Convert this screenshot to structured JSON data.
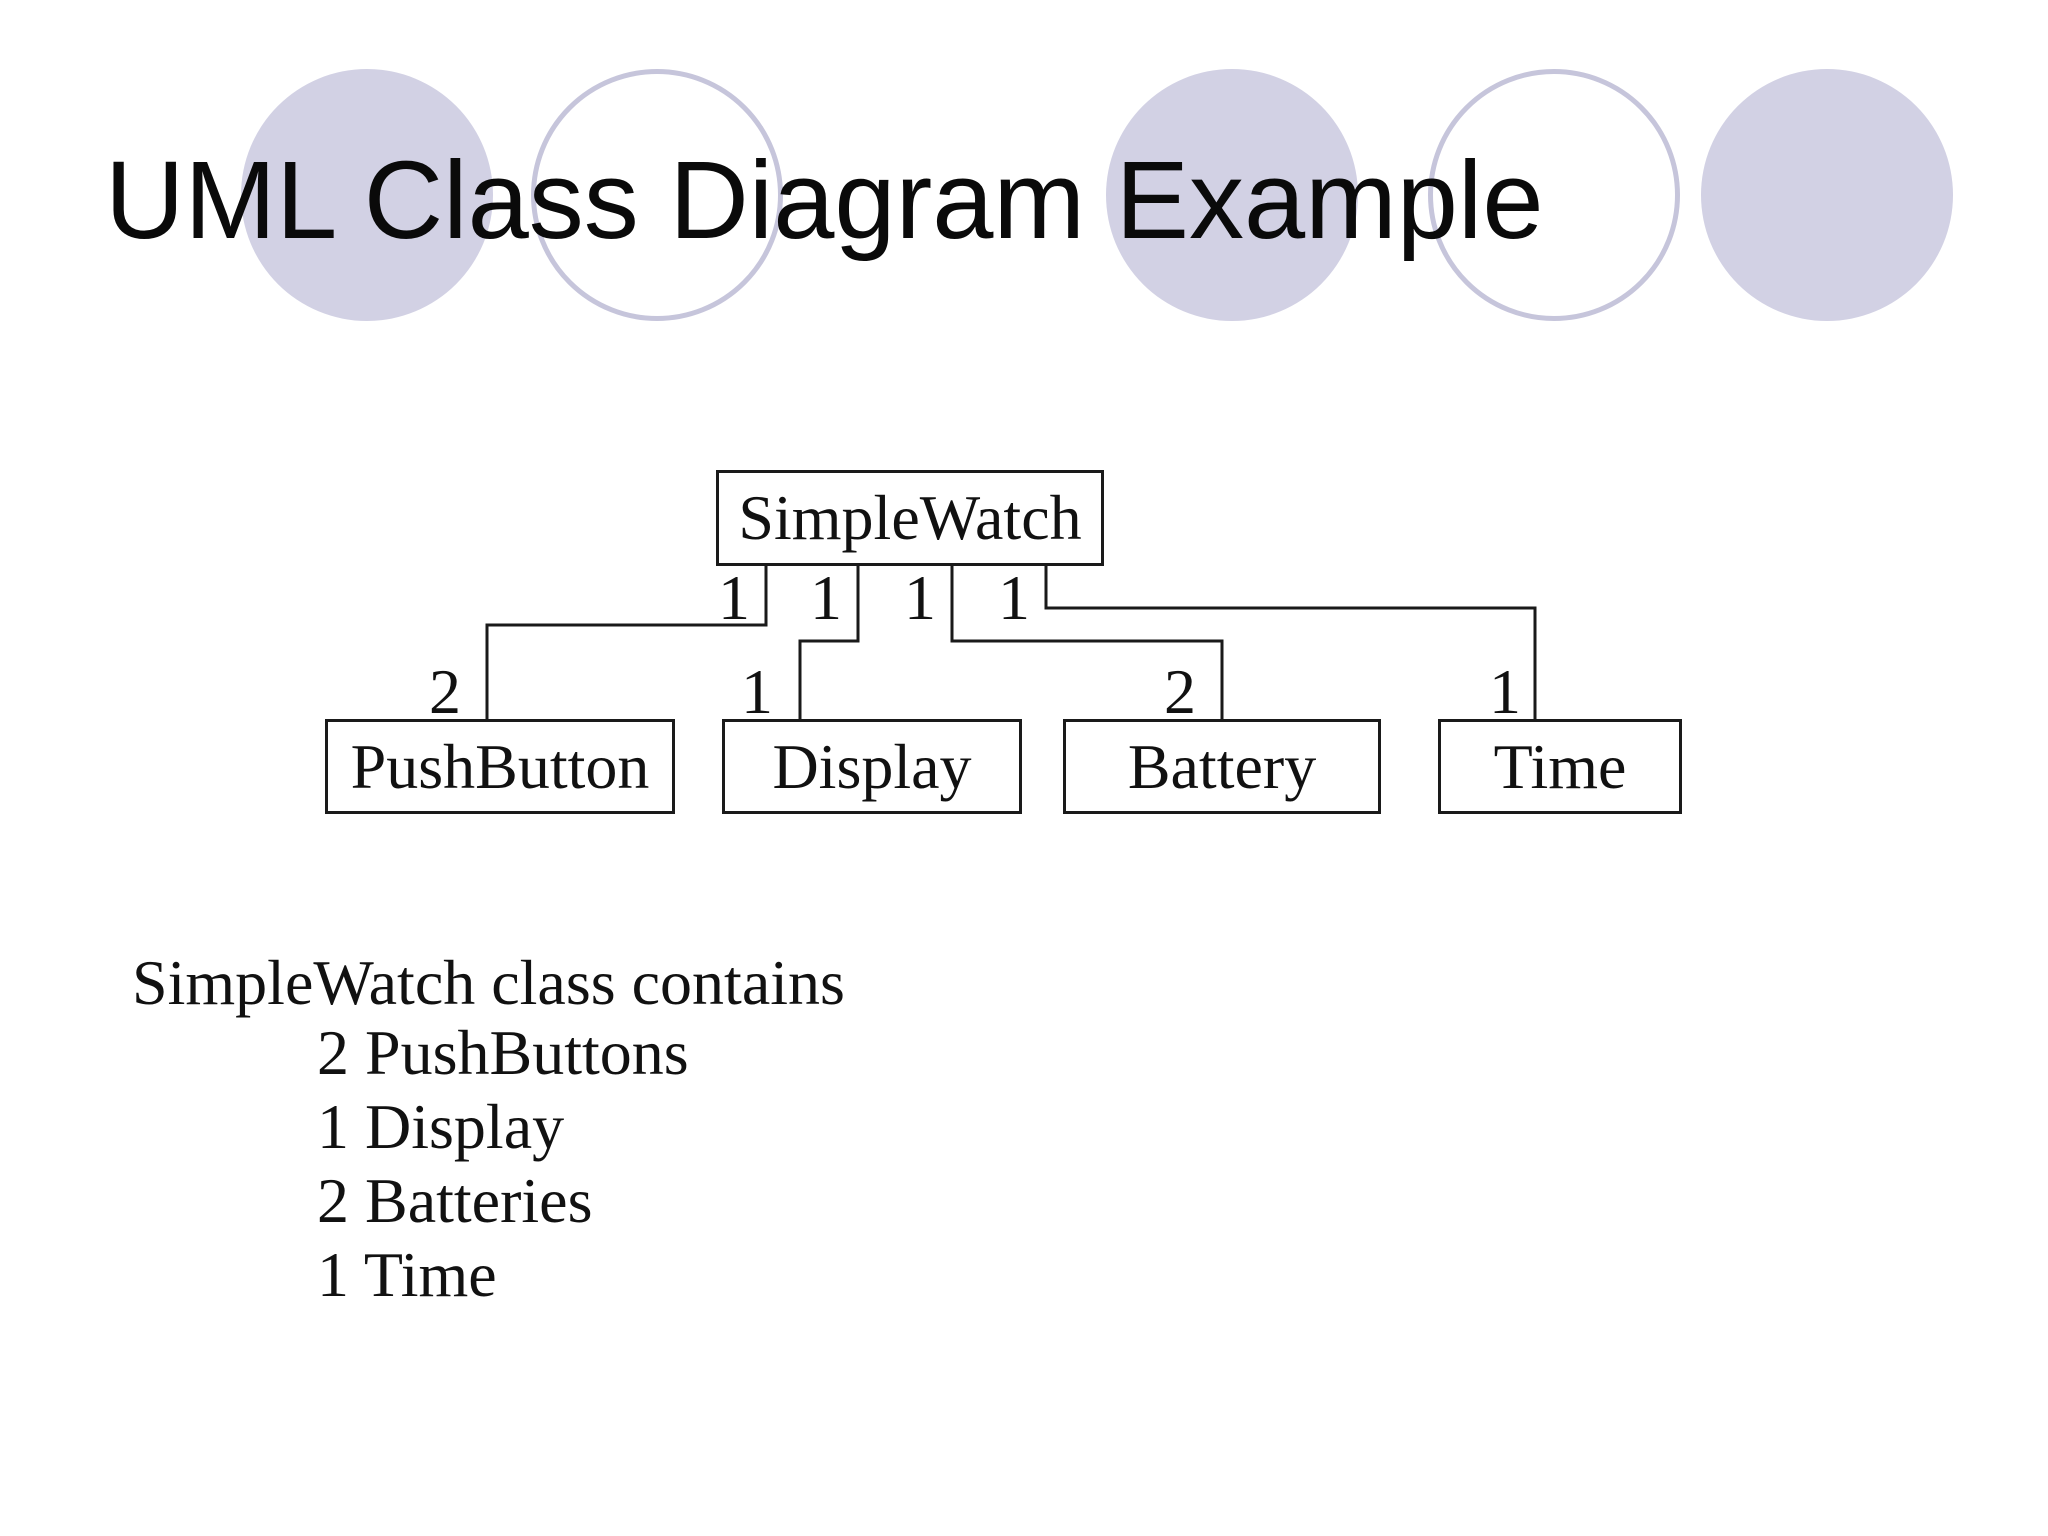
{
  "title": "UML Class Diagram Example",
  "diagram": {
    "root": {
      "label": "SimpleWatch"
    },
    "root_multiplicities": [
      "1",
      "1",
      "1",
      "1"
    ],
    "children": [
      {
        "label": "PushButton",
        "multiplicity": "2"
      },
      {
        "label": "Display",
        "multiplicity": "1"
      },
      {
        "label": "Battery",
        "multiplicity": "2"
      },
      {
        "label": "Time",
        "multiplicity": "1"
      }
    ]
  },
  "summary": {
    "heading": "SimpleWatch class contains",
    "items": [
      "2 PushButtons",
      "1 Display",
      "2 Batteries",
      "1 Time"
    ]
  },
  "colors": {
    "background": "#ffffff",
    "text": "#111111",
    "line": "#1a1a1a",
    "circle_fill": "#d2d1e4",
    "circle_outline": "#c6c5db"
  }
}
